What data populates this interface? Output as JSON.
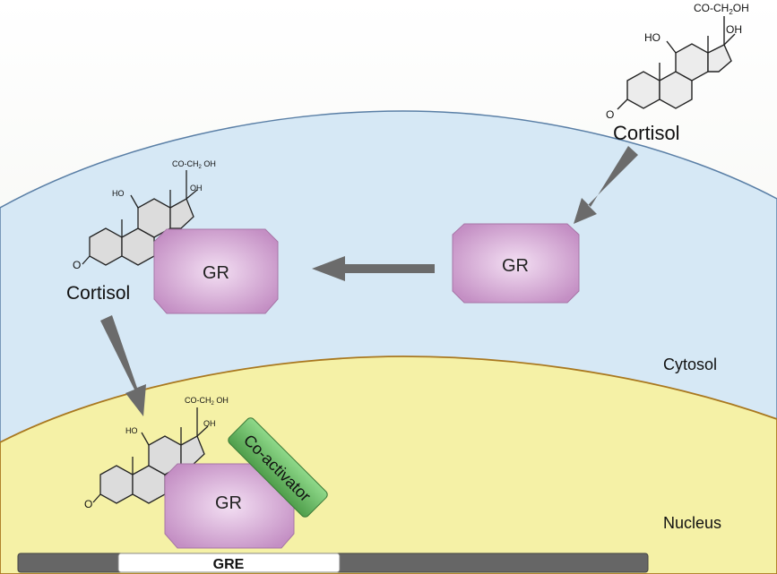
{
  "colors": {
    "background": "#f4f5f2",
    "cytosol_fill": "#d6e8f5",
    "nucleus_fill": "#f5f1a6",
    "receptor_fill": "#d9a8d6",
    "coactivator_fill": "#6fbf6a",
    "arrow": "#6b6b6b",
    "dna": "#666666",
    "gre": "#ffffff"
  },
  "compartments": {
    "cytosol": "Cytosol",
    "nucleus": "Nucleus"
  },
  "molecules": {
    "cortisol_free": {
      "label": "Cortisol",
      "side_chain": "CO-CH",
      "side_chain_sub": "2",
      "side_chain_end": "OH",
      "oh_top": "OH",
      "ho_left": "HO",
      "keto": "O"
    },
    "cortisol_bound": {
      "label": "Cortisol",
      "side_chain": "CO-CH",
      "side_chain_sub": "2",
      "side_chain_end": " OH",
      "oh_top": "OH",
      "ho_left": "HO",
      "keto": "O"
    },
    "cortisol_nuclear": {
      "side_chain": "CO-CH",
      "side_chain_sub": "2",
      "side_chain_end": " OH",
      "oh_top": "OH",
      "ho_left": "HO",
      "keto": "O"
    }
  },
  "receptors": {
    "gr_free": "GR",
    "gr_bound": "GR",
    "gr_nuclear": "GR"
  },
  "coactivator": {
    "label": "Co-activator"
  },
  "dna": {
    "gre_label": "GRE"
  }
}
